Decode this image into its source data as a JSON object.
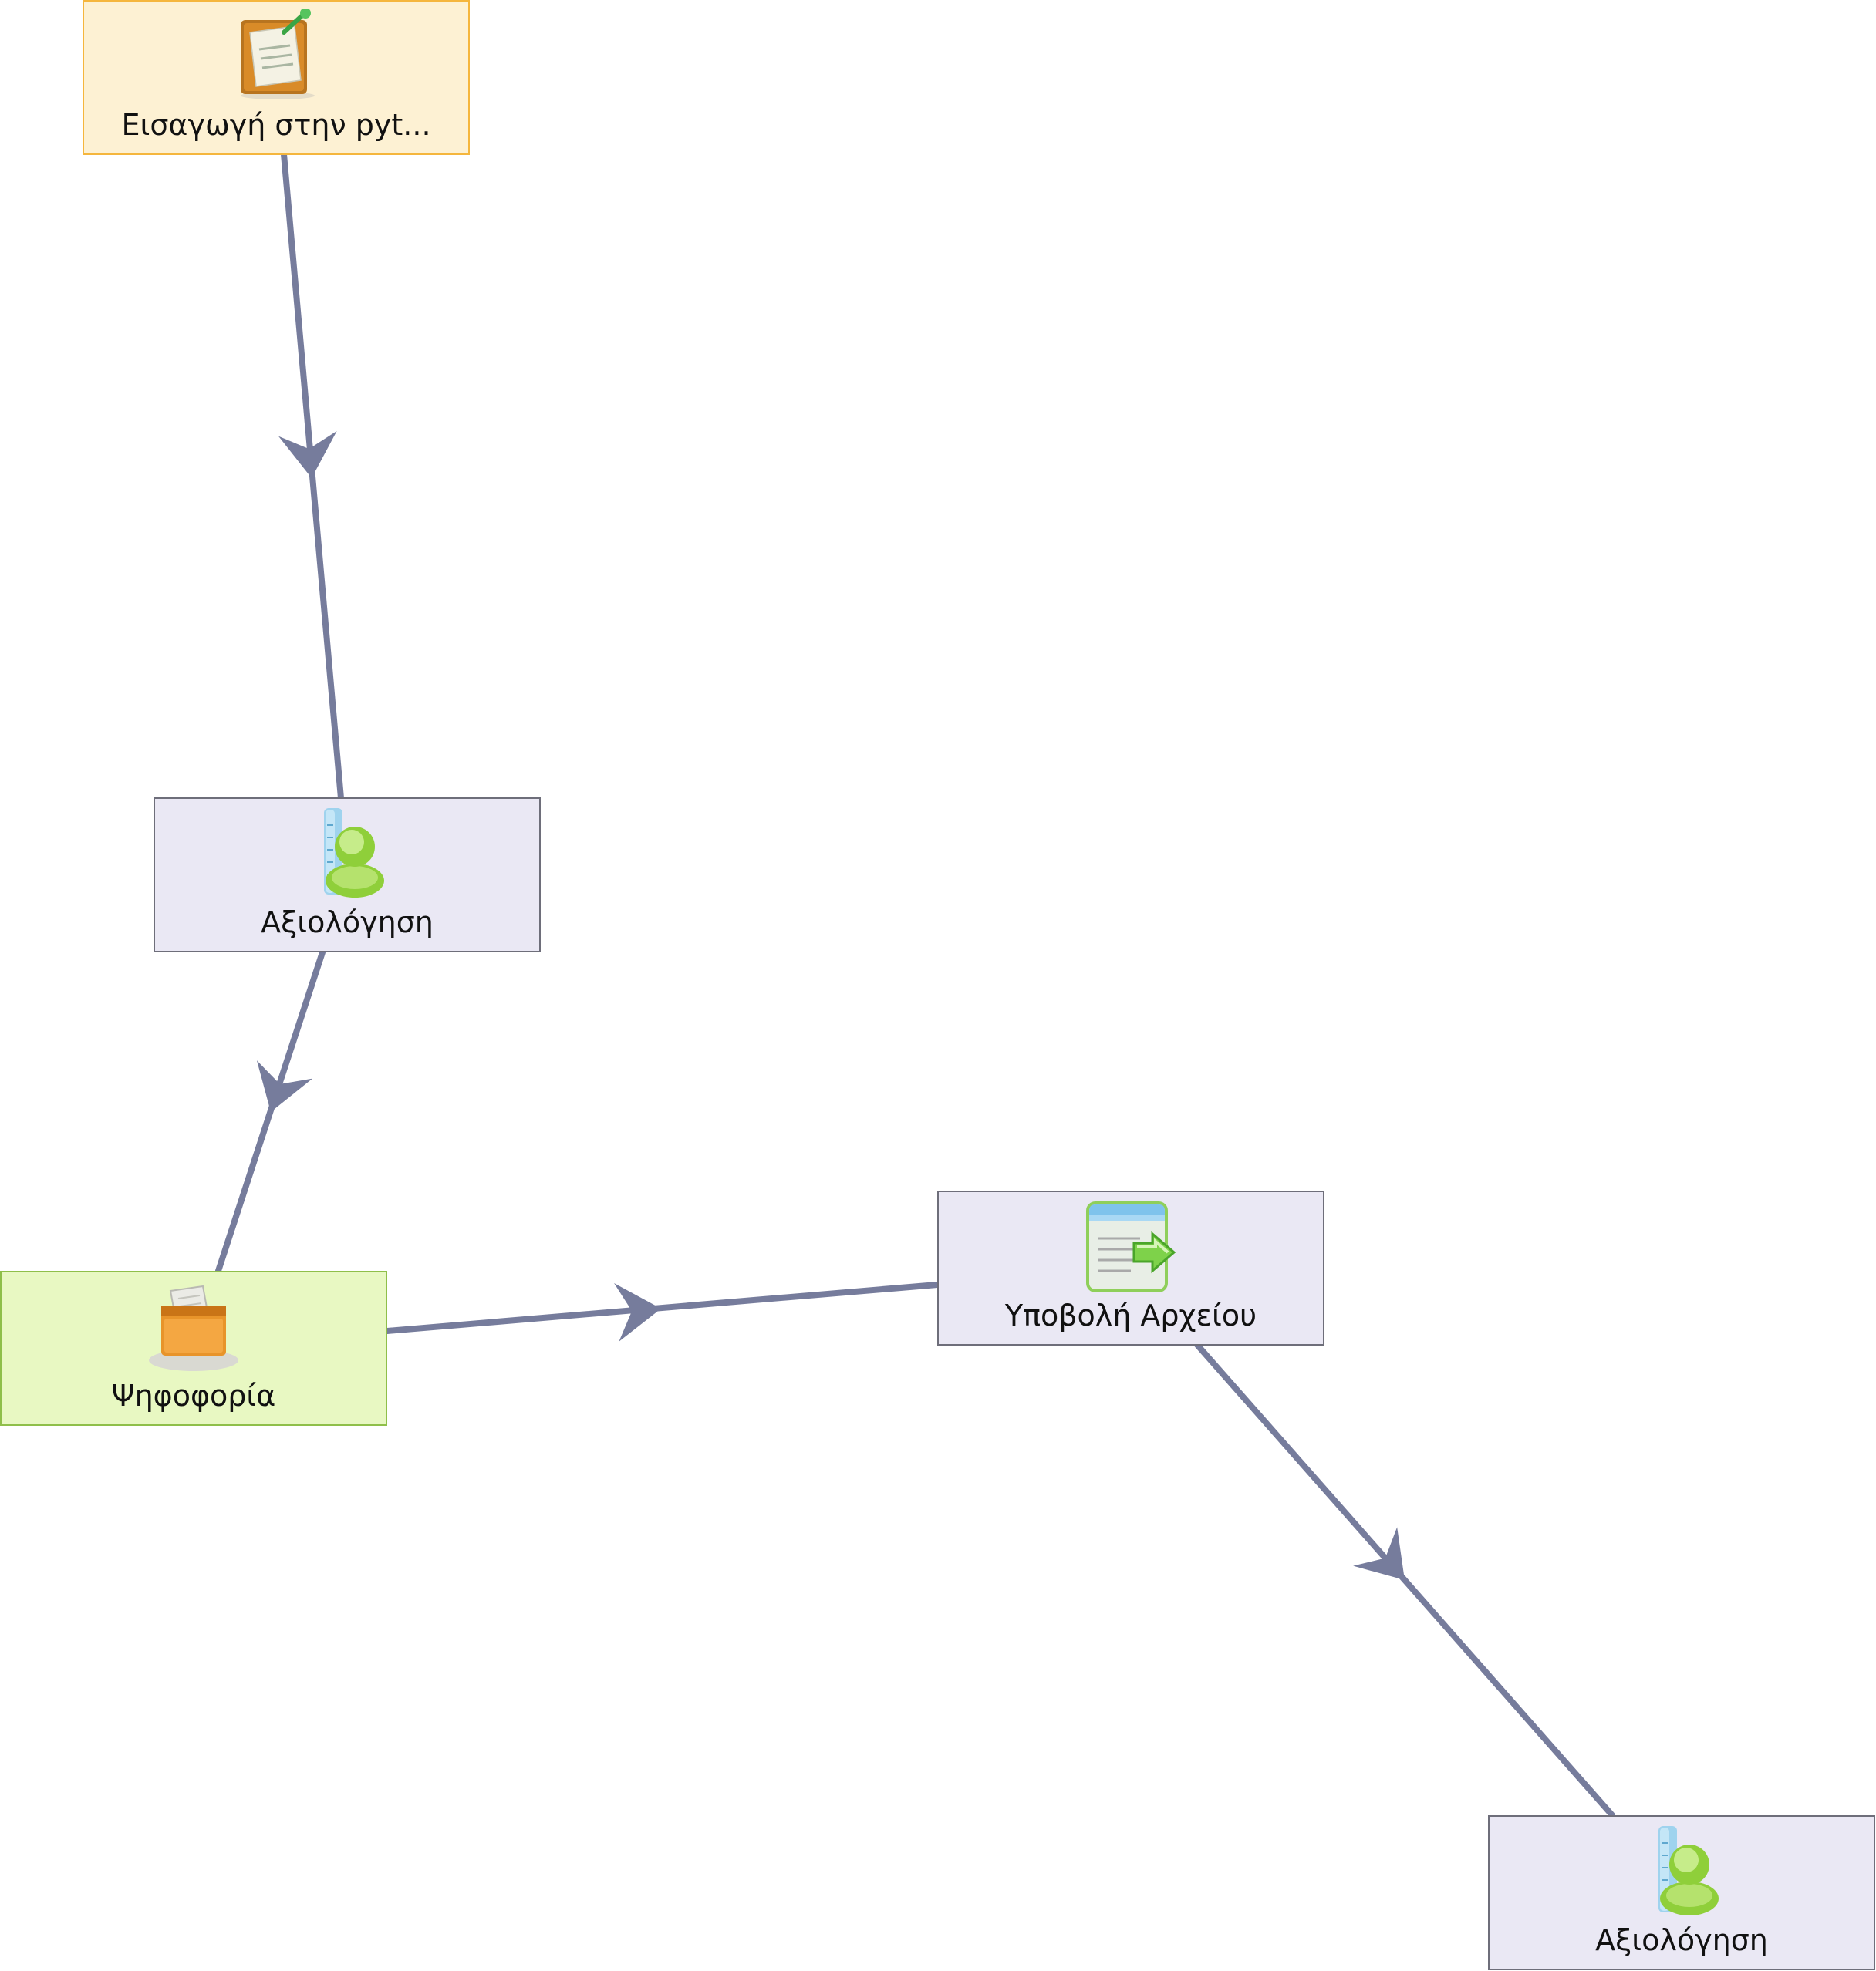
{
  "nodes": {
    "intro": {
      "label": "Εισαγωγή στην pyt...",
      "icon": "notepad-pin-icon"
    },
    "assessment1": {
      "label": "Αξιολόγηση",
      "icon": "assessment-person-icon"
    },
    "vote": {
      "label": "Ψηφοφορία",
      "icon": "ballot-box-icon"
    },
    "submit_file": {
      "label": "Υποβολή Αρχείου",
      "icon": "file-submit-icon"
    },
    "assessment2": {
      "label": "Αξιολόγηση",
      "icon": "assessment-person-icon"
    }
  },
  "edges": [
    {
      "from": "intro",
      "to": "assessment1"
    },
    {
      "from": "assessment1",
      "to": "vote"
    },
    {
      "from": "vote",
      "to": "submit_file"
    },
    {
      "from": "submit_file",
      "to": "assessment2"
    }
  ],
  "colors": {
    "edge": "#767c9c",
    "start_fill": "#fdf1d3",
    "start_border": "#f5b63d",
    "gate_fill": "#e8f8c2",
    "gate_border": "#8fbf4a",
    "activity_fill": "#eae8f4",
    "activity_border": "#6e6e7a"
  }
}
